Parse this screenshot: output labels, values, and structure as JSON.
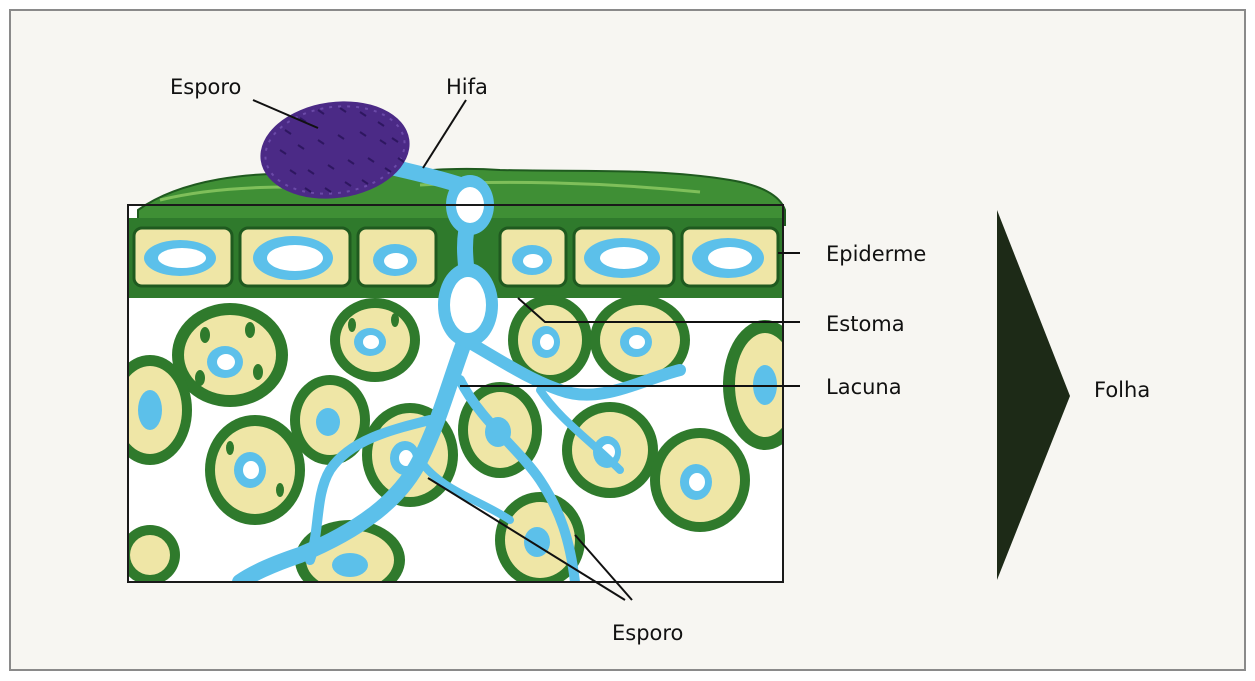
{
  "labels": {
    "spore_top": "Esporo",
    "hypha": "Hifa",
    "epidermis": "Epiderme",
    "stoma": "Estoma",
    "lacuna": "Lacuna",
    "spore_bottom": "Esporo",
    "leaf": "Folha"
  },
  "colors": {
    "page_background": "#f7f6f2",
    "frame_border": "#8a8a8a",
    "cell_wall": "#2f7a2c",
    "cell_wall_dark": "#1f5a1f",
    "cell_fill": "#efe6a6",
    "hypha": "#5cc0ea",
    "spore": "#4b2a86",
    "arrow": "#1d2a17"
  },
  "icons": {
    "leaf_arrow": "triangle-right-icon",
    "spore": "spiky-spore-icon"
  }
}
